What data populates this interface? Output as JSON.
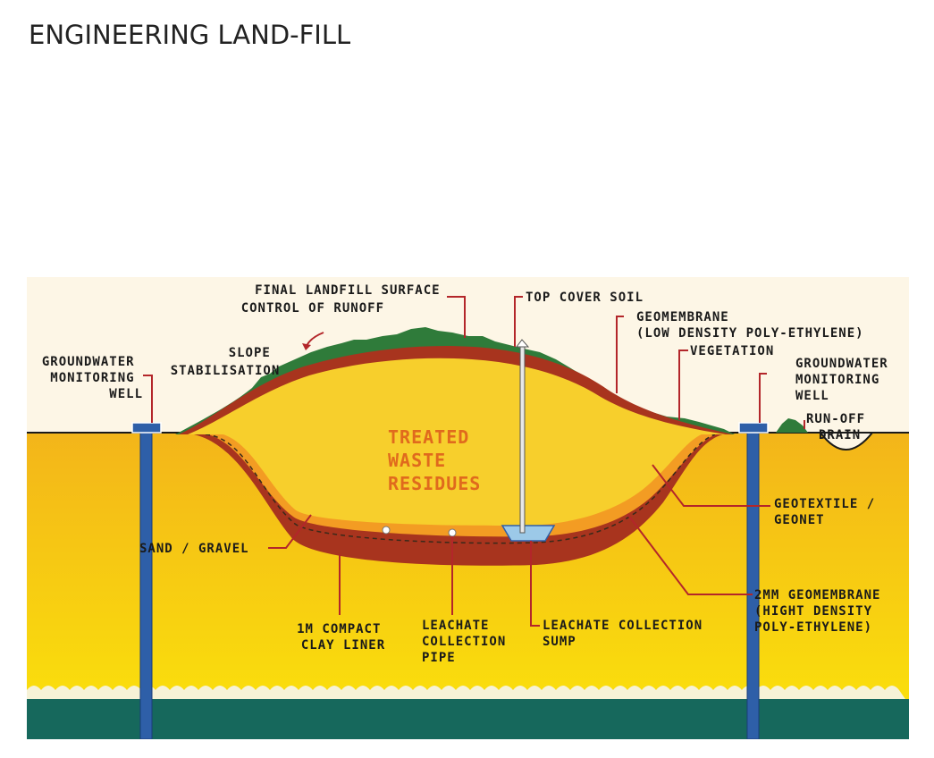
{
  "page": {
    "title": "ENGINEERING LAND-FILL"
  },
  "colors": {
    "sky": "#fdf6e6",
    "ground": "#f5c218",
    "waste": "#f7cf2c",
    "clay": "#a8341e",
    "sand": "#f39c23",
    "vegetation": "#2f7b3a",
    "water": "#16685c",
    "well": "#2e5fa8",
    "leader": "#b3262a",
    "waste_label": "#e06a1d"
  },
  "labels": {
    "final_surface": [
      "FINAL LANDFILL SURFACE",
      "CONTROL OF RUNOFF"
    ],
    "top_cover_soil": "TOP COVER SOIL",
    "geomembrane_ldpe": [
      "GEOMEMBRANE",
      "(LOW DENSITY POLY-ETHYLENE)"
    ],
    "vegetation": "VEGETATION",
    "gw_well_left": [
      "GROUNDWATER",
      "MONITORING",
      "WELL"
    ],
    "slope": [
      "SLOPE",
      "STABILISATION"
    ],
    "gw_well_right": [
      "GROUNDWATER",
      "MONITORING",
      "WELL"
    ],
    "runoff_drain": [
      "RUN-OFF",
      "DRAIN"
    ],
    "waste": [
      "TREATED",
      "WASTE",
      "RESIDUES"
    ],
    "geotextile": [
      "GEOTEXTILE /",
      "GEONET"
    ],
    "sand_gravel": "SAND / GRAVEL",
    "hdpe": [
      "2MM GEOMEMBRANE",
      "(HIGHT DENSITY",
      "POLY-ETHYLENE)"
    ],
    "clay_liner": [
      "1M COMPACT",
      "CLAY LINER"
    ],
    "leachate_pipe": [
      "LEACHATE",
      "COLLECTION",
      "PIPE"
    ],
    "leachate_sump": [
      "LEACHATE COLLECTION",
      "SUMP"
    ]
  }
}
